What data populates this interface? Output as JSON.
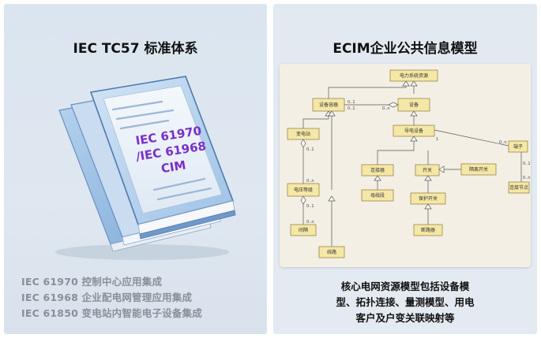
{
  "left": {
    "title": "IEC TC57 标准体系",
    "book_text": [
      "IEC 61970",
      "/IEC 61968",
      "CIM"
    ],
    "standards": [
      "IEC 61970 控制中心应用集成",
      "IEC 61968 企业配电网管理应用集成",
      "IEC 61850 变电站内智能电子设备集成"
    ]
  },
  "right": {
    "title": "ECIM企业公共信息模型",
    "classes": {
      "power_resource": "电力系统资源",
      "equipment_container": "设备容器",
      "equipment": "设备",
      "substation": "变电站",
      "conducting_equipment": "导电设备",
      "terminal": "端子",
      "connector": "连接器",
      "switch": "开关",
      "disconnector": "隔离开关",
      "connectivity_node": "连接节点",
      "voltage_level": "电压等级",
      "busbar": "母线段",
      "protected_switch": "保护开关",
      "bay": "间隔",
      "breaker": "断路器",
      "line": "线路"
    },
    "multiplicities": {
      "m01": "0..1",
      "m0n": "0..n",
      "m1": "1"
    },
    "description": [
      "核心电网资源模型包括设备模",
      "型、拓扑连接、量测模型、用电",
      "客户及户变关联映射等"
    ]
  },
  "colors": {
    "panel_bg": "#dfe7f0",
    "book_blue": "#9cc0e4",
    "book_text": "#7a2fc8",
    "uml_box": "#f5e7a6",
    "uml_border": "#8a7a3a",
    "diagram_bg": "#f3efe4"
  }
}
